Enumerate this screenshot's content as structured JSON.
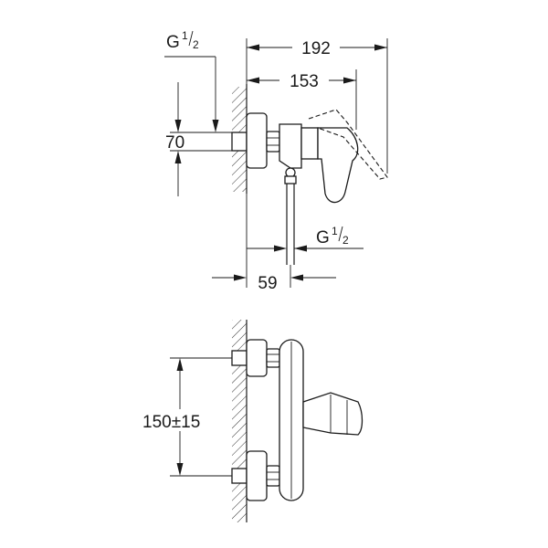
{
  "drawing": {
    "side_view": {
      "dim_overall_length": "192",
      "dim_handle_length": "153",
      "dim_inlet_height": "70",
      "dim_outlet_offset": "59",
      "thread_top": {
        "g": "G",
        "num": "1",
        "den": "2"
      },
      "thread_bottom": {
        "g": "G",
        "num": "1",
        "den": "2"
      }
    },
    "front_view": {
      "dim_center_distance": "150±15"
    }
  },
  "colors": {
    "ink": "#1a1a1a",
    "background": "#ffffff"
  }
}
